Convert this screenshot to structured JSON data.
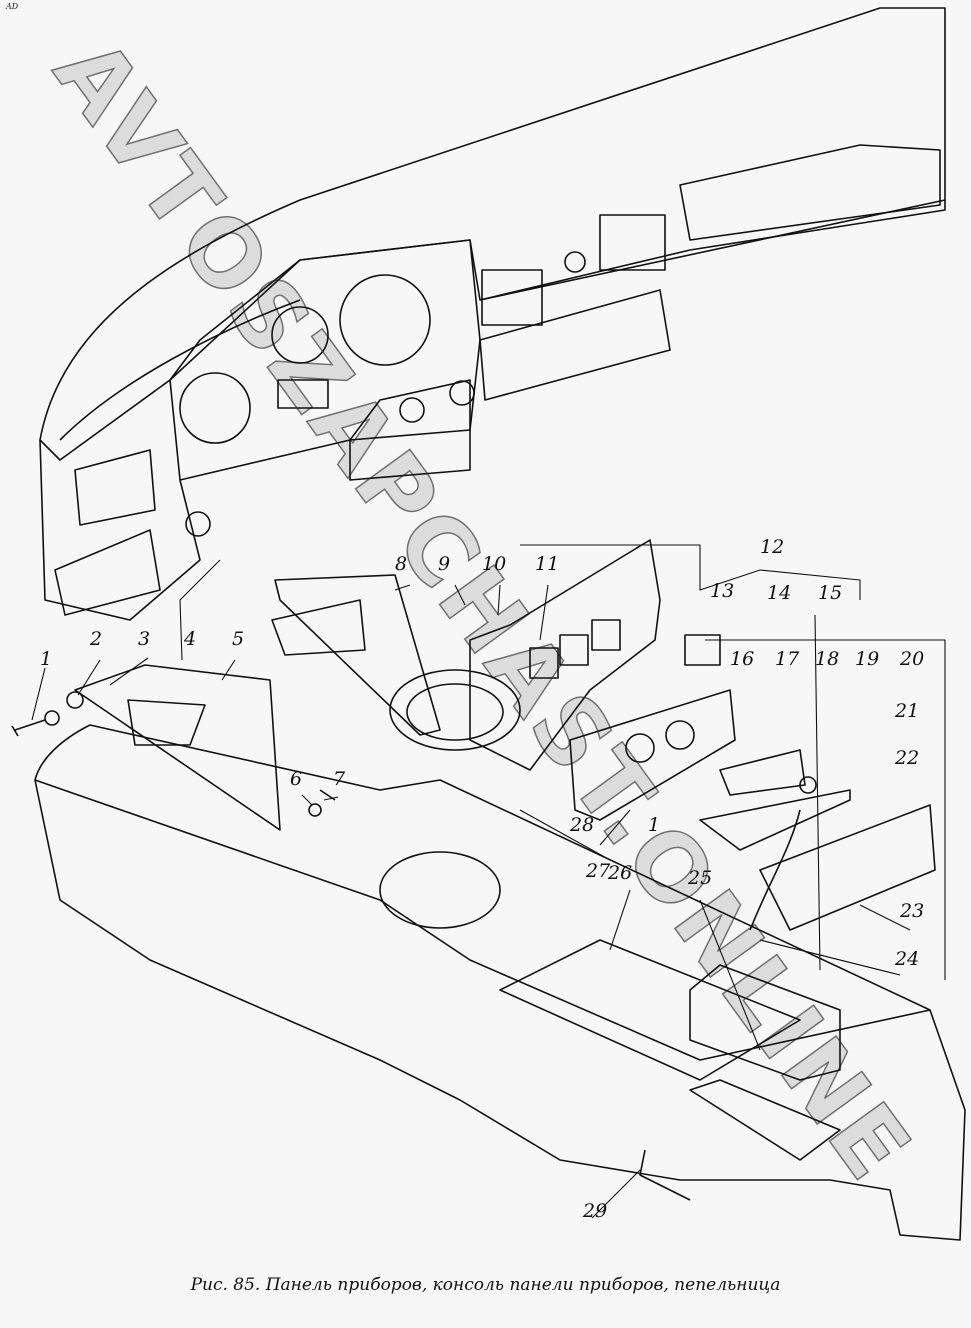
{
  "corner_mark": "AD",
  "watermark": "AVTOSZAPCHAST.ONLINE",
  "caption": "Рис. 85. Панель приборов, консоль панели приборов, пепельница",
  "callouts": [
    "1",
    "2",
    "3",
    "4",
    "5",
    "6",
    "7",
    "8",
    "9",
    "10",
    "11",
    "12",
    "13",
    "14",
    "15",
    "16",
    "17",
    "18",
    "19",
    "20",
    "21",
    "22",
    "23",
    "24",
    "25",
    "26",
    "27",
    "28",
    "1",
    "29"
  ]
}
